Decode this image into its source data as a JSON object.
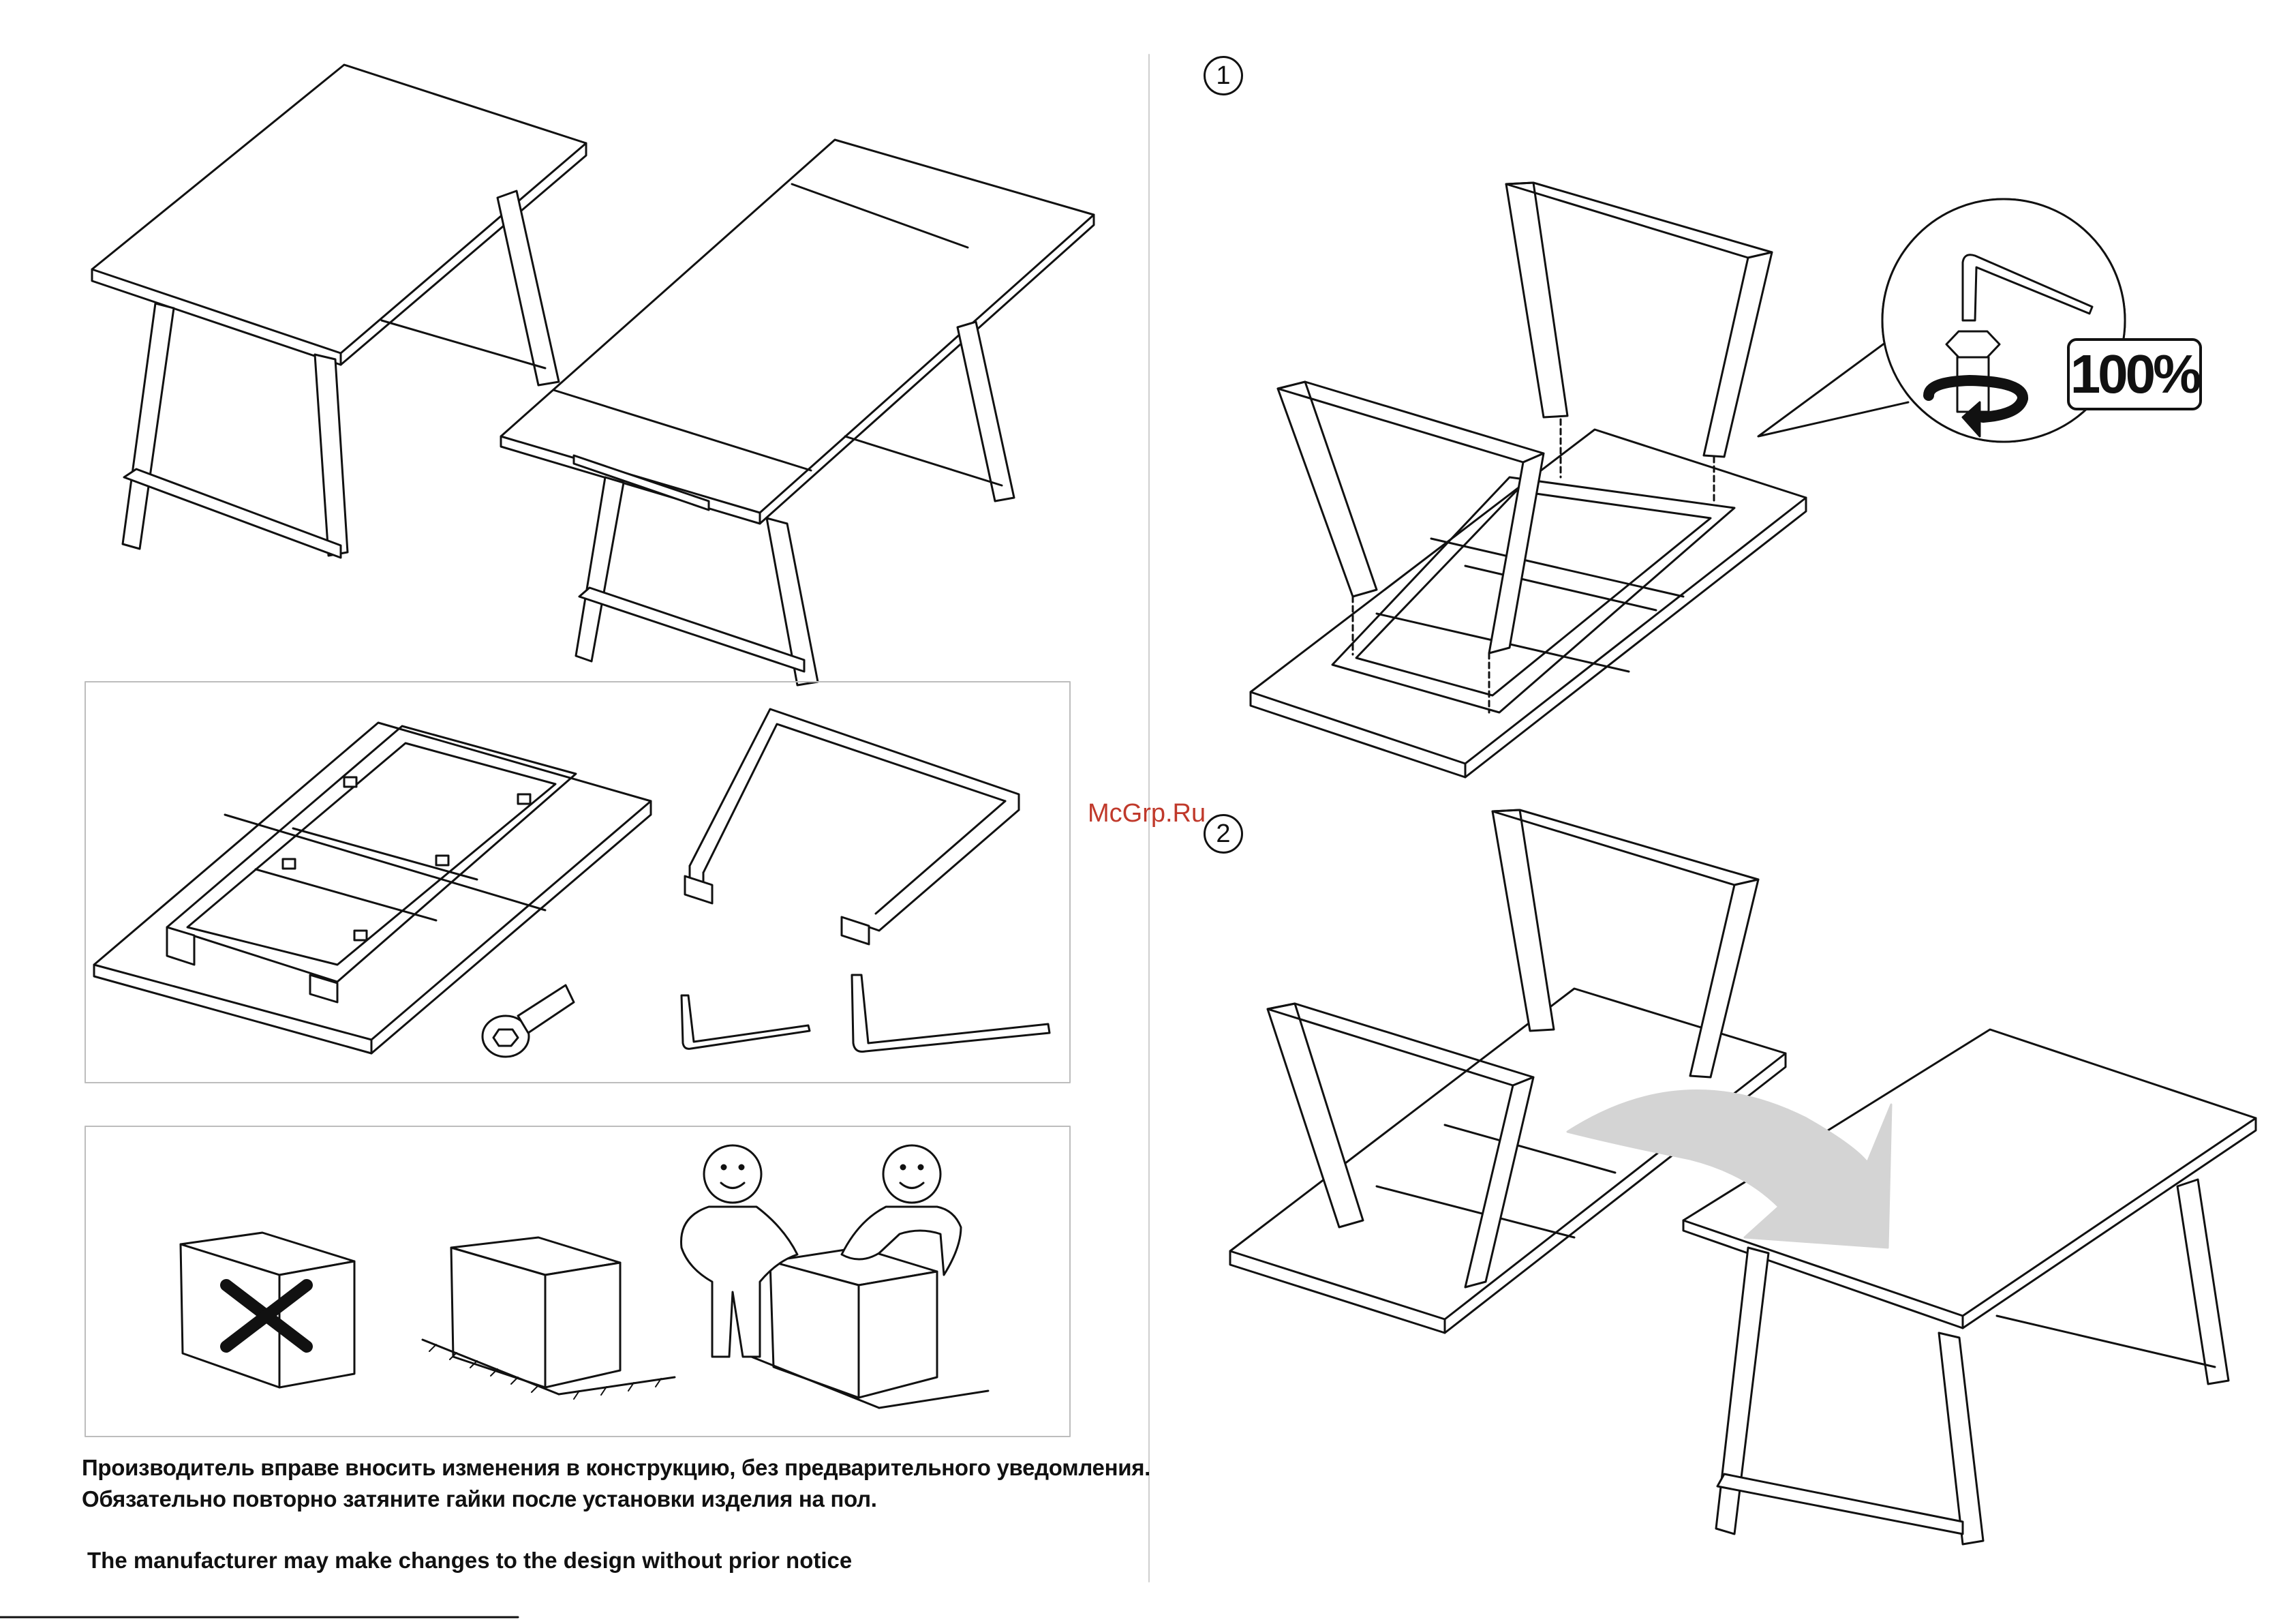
{
  "notes": {
    "ru_line1": "Производитель вправе вносить изменения в конструкцию, без предварительного уведомления.",
    "ru_line2": "Обязательно повторно затяните гайки после установки изделия на пол.",
    "en_line1": "The manufacturer may make changes to the design without prior notice"
  },
  "watermark": "McGrp.Ru",
  "torque_label": "100%",
  "steps": [
    "1",
    "2"
  ],
  "colors": {
    "line": "#111111",
    "arrow_fill": "#d4d4d4",
    "panel_border": "#bdbdbd",
    "watermark": "#c0392b"
  },
  "icons": [
    "x-mark-icon",
    "allen-key-icon",
    "bolt-icon",
    "rotate-arrow-icon",
    "smiley-person-icon",
    "big-curved-arrow-icon"
  ]
}
